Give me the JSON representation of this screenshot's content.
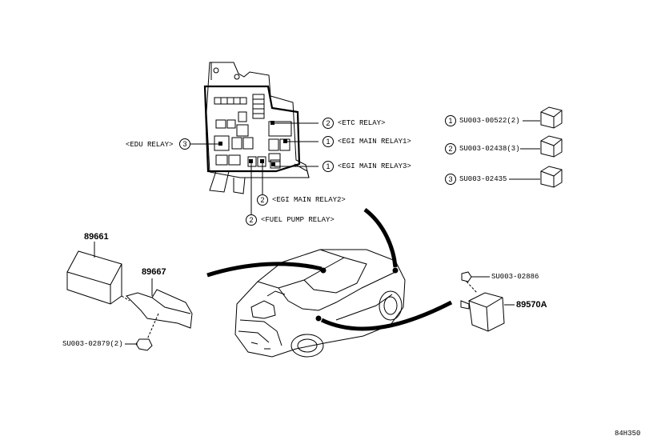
{
  "relay_labels": {
    "etc": "<ETC RELAY>",
    "egi_main1": "<EGI MAIN RELAY1>",
    "egi_main3": "<EGI MAIN RELAY3>",
    "edu": "<EDU RELAY>",
    "egi_main2": "<EGI MAIN RELAY2>",
    "fuel_pump": "<FUEL PUMP RELAY>"
  },
  "relay_refs": {
    "etc": "2",
    "egi_main1": "1",
    "egi_main3": "1",
    "edu": "3",
    "egi_main2": "2",
    "fuel_pump": "2"
  },
  "legend": [
    {
      "ref": "1",
      "part": "SU003-00522(2)"
    },
    {
      "ref": "2",
      "part": "SU003-02438(3)"
    },
    {
      "ref": "3",
      "part": "SU003-02435"
    }
  ],
  "parts": {
    "p89661": "89661",
    "p89667": "89667",
    "su00302879": "SU003-02879(2)",
    "su00302886": "SU003-02886",
    "p89570a": "89570A"
  },
  "diagram_code": "84H350"
}
